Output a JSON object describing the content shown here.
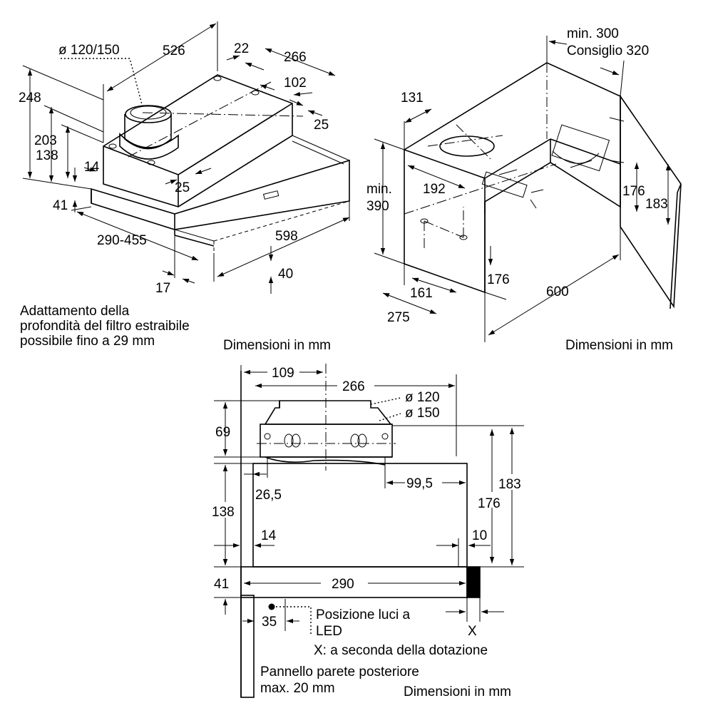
{
  "drawing_top_left": {
    "dims": {
      "d526": "526",
      "d22": "22",
      "d266": "266",
      "d102": "102",
      "d25a": "25",
      "d25b": "25",
      "d248": "248",
      "d203": "203",
      "d138": "138",
      "d14": "14",
      "d41": "41",
      "d290_455": "290-455",
      "d598": "598",
      "d40": "40",
      "d17": "17"
    },
    "duct_label": "ø 120/150",
    "note_line1": "Adattamento della",
    "note_line2": "profondità del filtro estraibile",
    "note_line3": "possibile fino a 29 mm",
    "caption": "Dimensioni in mm"
  },
  "drawing_top_right": {
    "min_line1": "min. 300",
    "min_line2": "Consiglio 320",
    "dims": {
      "d131": "131",
      "d192": "192",
      "dmin": "min.",
      "d390": "390",
      "d176a": "176",
      "d183": "183",
      "d176b": "176",
      "d161": "161",
      "d275": "275",
      "d600": "600"
    },
    "caption": "Dimensioni in mm"
  },
  "drawing_bottom": {
    "dims": {
      "d109": "109",
      "d266": "266",
      "d120": "ø 120",
      "d150": "ø 150",
      "d69": "69",
      "d26_5": "26,5",
      "d99_5": "99,5",
      "d183": "183",
      "d176": "176",
      "d138": "138",
      "d14": "14",
      "d10": "10",
      "d41": "41",
      "d290": "290",
      "d35": "35",
      "dX": "X"
    },
    "led_line1": "Posizione luci a",
    "led_line2": "LED",
    "x_note": "X: a seconda della dotazione",
    "panel_line1": "Pannello parete posteriore",
    "panel_line2": "max. 20 mm",
    "caption": "Dimensioni in mm"
  }
}
